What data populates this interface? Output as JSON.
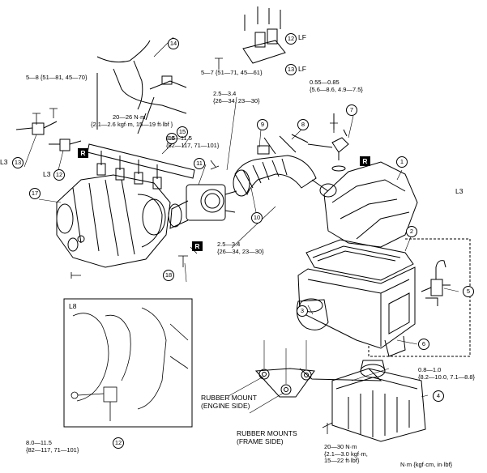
{
  "torques": {
    "t1": [
      "5—8 {51—81, 45—70}"
    ],
    "t2": [
      "5—7 {51—71, 45—61}"
    ],
    "t3": [
      "0.55—0.85",
      "{5.6—8.6, 4.9—7.5}"
    ],
    "t4": [
      "20—26 N·m",
      "{2.1—2.6 kgf·m, 15—19 ft·lbf }"
    ],
    "t5": [
      "2.5—3.4",
      "{26—34, 23—30}"
    ],
    "t6": [
      "8.0—11.5",
      "{82—117, 71—101}"
    ],
    "t7": [
      "2.5—3.4",
      "{26—34, 23—30}"
    ],
    "t8": [
      "0.8—1.0",
      "{8.2—10.0, 7.1—8.8}"
    ],
    "t9": [
      "20—30 N·m",
      "{2.1—3.0 kgf·m,",
      "15—22 ft·lbf}"
    ],
    "t10": [
      "8.0—11.5",
      "{82—117, 71—101}"
    ]
  },
  "callouts": [
    "1",
    "2",
    "3",
    "4",
    "5",
    "6",
    "7",
    "8",
    "9",
    "10",
    "11",
    "12",
    "13",
    "14",
    "15",
    "16",
    "17",
    "18"
  ],
  "variant_labels": {
    "l3": "L3",
    "lf": "LF",
    "l8": "L8"
  },
  "mount_labels": {
    "engine_side": [
      "RUBBER MOUNT",
      "(ENGINE SIDE)"
    ],
    "frame_side": [
      "RUBBER MOUNTS",
      "(FRAME SIDE)"
    ]
  },
  "replace_mark": "R",
  "units_note": "N·m {kgf·cm, in·lbf}"
}
